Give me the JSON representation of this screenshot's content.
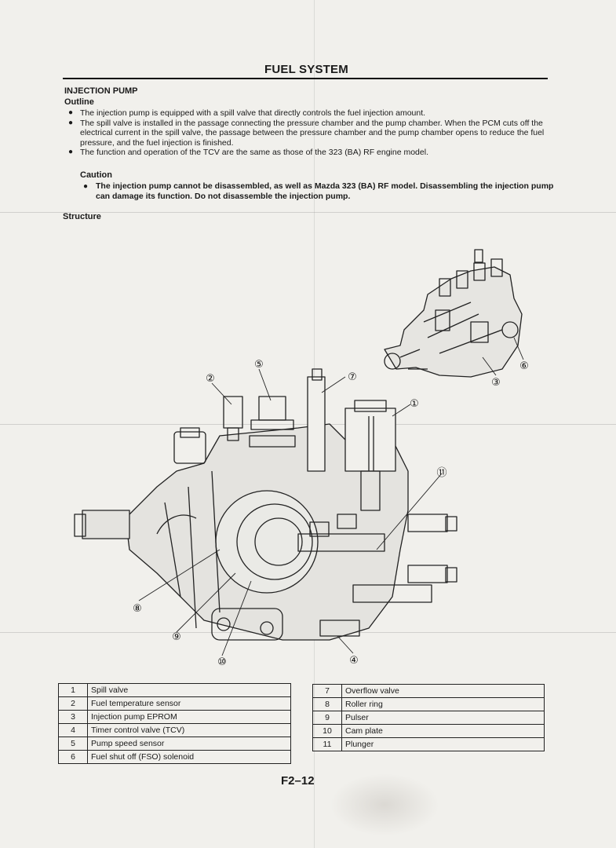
{
  "header": {
    "title": "FUEL SYSTEM"
  },
  "section": {
    "title": "INJECTION PUMP",
    "outline_label": "Outline",
    "bullets": [
      "The injection pump is equipped with a spill valve that directly controls the fuel injection amount.",
      "The spill valve is installed in the passage connecting the pressure chamber and the pump chamber. When the PCM cuts off the electrical current in the spill valve, the passage between the pressure chamber and the pump chamber opens to reduce the fuel pressure, and the fuel injection is finished.",
      "The function and operation of the TCV are the same as those of the 323 (BA) RF engine model."
    ],
    "caution_label": "Caution",
    "caution_text": "The injection pump cannot be disassembled, as well as Mazda 323 (BA) RF model. Disassembling the injection pump can damage its function. Do not disassemble the injection pump.",
    "structure_label": "Structure"
  },
  "diagram": {
    "callouts": [
      "①",
      "②",
      "③",
      "④",
      "⑤",
      "⑥",
      "⑦",
      "⑧",
      "⑨",
      "⑩",
      "⑪"
    ]
  },
  "parts_left": [
    {
      "num": "1",
      "name": "Spill valve"
    },
    {
      "num": "2",
      "name": "Fuel temperature sensor"
    },
    {
      "num": "3",
      "name": "Injection pump EPROM"
    },
    {
      "num": "4",
      "name": "Timer control valve (TCV)"
    },
    {
      "num": "5",
      "name": "Pump speed sensor"
    },
    {
      "num": "6",
      "name": "Fuel shut off (FSO) solenoid"
    }
  ],
  "parts_right": [
    {
      "num": "7",
      "name": "Overflow valve"
    },
    {
      "num": "8",
      "name": "Roller ring"
    },
    {
      "num": "9",
      "name": "Pulser"
    },
    {
      "num": "10",
      "name": "Cam plate"
    },
    {
      "num": "11",
      "name": "Plunger"
    }
  ],
  "footer": {
    "page_number": "F2–12"
  }
}
